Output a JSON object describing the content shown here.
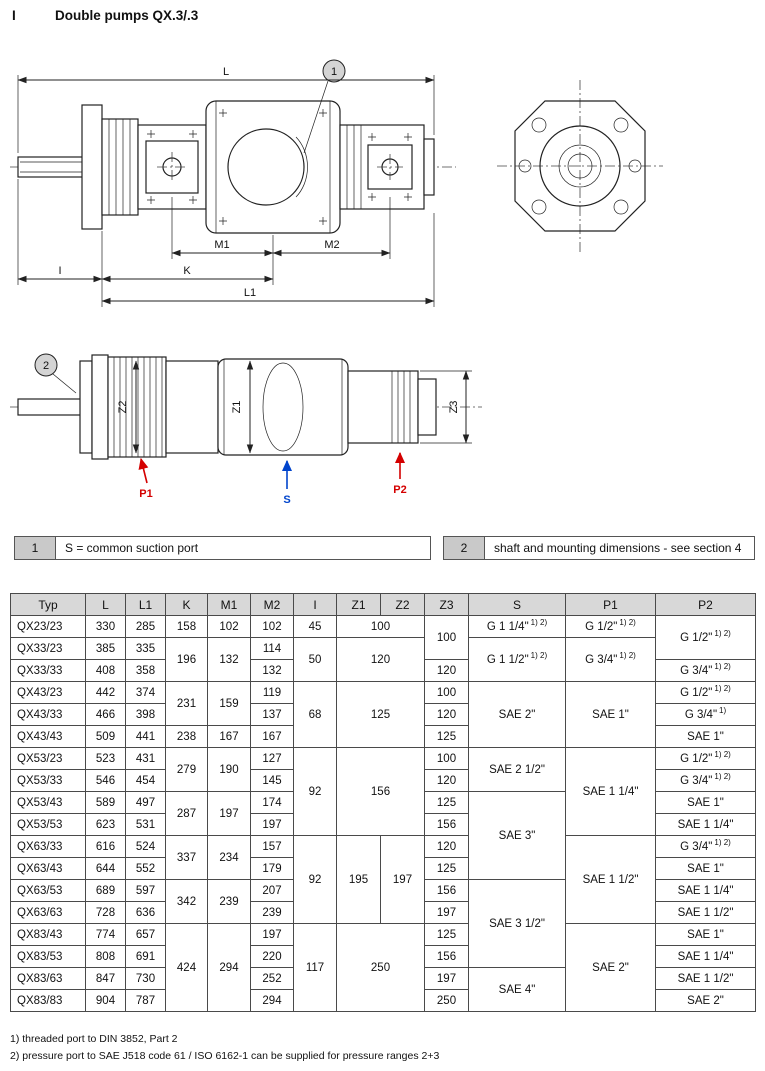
{
  "page": {
    "section_index": "I",
    "title": "Double pumps QX.3/.3"
  },
  "labels": {
    "l": "L",
    "m1": "M1",
    "m2": "M2",
    "i": "I",
    "k": "K",
    "l1": "L1",
    "z1": "Z1",
    "z2": "Z2",
    "z3": "Z3",
    "p1": "P1",
    "p2": "P2",
    "s": "S",
    "callout1": "1",
    "callout2": "2"
  },
  "notes": [
    {
      "num": "1",
      "text": "S = common suction port"
    },
    {
      "num": "2",
      "text": "shaft and mounting dimensions - see section 4"
    }
  ],
  "table": {
    "header": [
      "Typ",
      "L",
      "L1",
      "K",
      "M1",
      "M2",
      "I",
      "Z1",
      "Z2",
      "Z3",
      "S",
      "P1",
      "P2"
    ],
    "rows": [
      [
        {
          "t": "QX23/23"
        },
        {
          "t": "330"
        },
        {
          "t": "285"
        },
        {
          "t": "158"
        },
        {
          "t": "102"
        },
        {
          "t": "102"
        },
        {
          "t": "45"
        },
        {
          "t": "100",
          "cs": 2
        },
        {
          "t": "100",
          "rs": 2
        },
        {
          "t": "G 1 1/4\"",
          "sup": "1) 2)"
        },
        {
          "t": "G 1/2\"",
          "sup": "1) 2)"
        },
        {
          "t": "G 1/2\"",
          "sup": "1) 2)",
          "rs": 2
        }
      ],
      [
        {
          "t": "QX33/23"
        },
        {
          "t": "385"
        },
        {
          "t": "335"
        },
        {
          "t": "196",
          "rs": 2
        },
        {
          "t": "132",
          "rs": 2
        },
        {
          "t": "114"
        },
        {
          "t": "50",
          "rs": 2
        },
        {
          "t": "120",
          "cs": 2,
          "rs": 2
        },
        {
          "t": "G 1 1/2\"",
          "sup": "1) 2)",
          "rs": 2
        },
        {
          "t": "G 3/4\"",
          "sup": "1) 2)",
          "rs": 2
        }
      ],
      [
        {
          "t": "QX33/33"
        },
        {
          "t": "408"
        },
        {
          "t": "358"
        },
        {
          "t": "132"
        },
        {
          "t": "120"
        },
        {
          "t": "G 3/4\"",
          "sup": "1) 2)"
        }
      ],
      [
        {
          "t": "QX43/23"
        },
        {
          "t": "442"
        },
        {
          "t": "374"
        },
        {
          "t": "231",
          "rs": 2
        },
        {
          "t": "159",
          "rs": 2
        },
        {
          "t": "119"
        },
        {
          "t": "68",
          "rs": 3
        },
        {
          "t": "125",
          "cs": 2,
          "rs": 3
        },
        {
          "t": "100"
        },
        {
          "t": "SAE 2\"",
          "rs": 3
        },
        {
          "t": "SAE 1\"",
          "rs": 3
        },
        {
          "t": "G 1/2\"",
          "sup": "1) 2)"
        }
      ],
      [
        {
          "t": "QX43/33"
        },
        {
          "t": "466"
        },
        {
          "t": "398"
        },
        {
          "t": "137"
        },
        {
          "t": "120"
        },
        {
          "t": "G 3/4\"",
          "sup": "1)"
        }
      ],
      [
        {
          "t": "QX43/43"
        },
        {
          "t": "509"
        },
        {
          "t": "441"
        },
        {
          "t": "238"
        },
        {
          "t": "167"
        },
        {
          "t": "167"
        },
        {
          "t": "125"
        },
        {
          "t": "SAE 1\""
        }
      ],
      [
        {
          "t": "QX53/23"
        },
        {
          "t": "523"
        },
        {
          "t": "431"
        },
        {
          "t": "279",
          "rs": 2
        },
        {
          "t": "190",
          "rs": 2
        },
        {
          "t": "127"
        },
        {
          "t": "92",
          "rs": 4
        },
        {
          "t": "156",
          "cs": 2,
          "rs": 4
        },
        {
          "t": "100"
        },
        {
          "t": "SAE 2 1/2\"",
          "rs": 2
        },
        {
          "t": "SAE 1 1/4\"",
          "rs": 4
        },
        {
          "t": "G 1/2\"",
          "sup": "1) 2)"
        }
      ],
      [
        {
          "t": "QX53/33"
        },
        {
          "t": "546"
        },
        {
          "t": "454"
        },
        {
          "t": "145"
        },
        {
          "t": "120"
        },
        {
          "t": "G 3/4\"",
          "sup": "1) 2)"
        }
      ],
      [
        {
          "t": "QX53/43"
        },
        {
          "t": "589"
        },
        {
          "t": "497"
        },
        {
          "t": "287",
          "rs": 2
        },
        {
          "t": "197",
          "rs": 2
        },
        {
          "t": "174"
        },
        {
          "t": "125"
        },
        {
          "t": "SAE 3\"",
          "rs": 4
        },
        {
          "t": "SAE 1\""
        }
      ],
      [
        {
          "t": "QX53/53"
        },
        {
          "t": "623"
        },
        {
          "t": "531"
        },
        {
          "t": "197"
        },
        {
          "t": "156"
        },
        {
          "t": "SAE 1 1/4\""
        }
      ],
      [
        {
          "t": "QX63/33"
        },
        {
          "t": "616"
        },
        {
          "t": "524"
        },
        {
          "t": "337",
          "rs": 2
        },
        {
          "t": "234",
          "rs": 2
        },
        {
          "t": "157"
        },
        {
          "t": "92",
          "rs": 4
        },
        {
          "t": "195",
          "rs": 4
        },
        {
          "t": "197",
          "rs": 4
        },
        {
          "t": "120"
        },
        {
          "t": "SAE 1 1/2\"",
          "rs": 4
        },
        {
          "t": "G 3/4\"",
          "sup": "1) 2)"
        }
      ],
      [
        {
          "t": "QX63/43"
        },
        {
          "t": "644"
        },
        {
          "t": "552"
        },
        {
          "t": "179"
        },
        {
          "t": "125"
        },
        {
          "t": "SAE 1\""
        }
      ],
      [
        {
          "t": "QX63/53"
        },
        {
          "t": "689"
        },
        {
          "t": "597"
        },
        {
          "t": "342",
          "rs": 2
        },
        {
          "t": "239",
          "rs": 2
        },
        {
          "t": "207"
        },
        {
          "t": "156"
        },
        {
          "t": "SAE 3 1/2\"",
          "rs": 4
        },
        {
          "t": "SAE 1 1/4\""
        }
      ],
      [
        {
          "t": "QX63/63"
        },
        {
          "t": "728"
        },
        {
          "t": "636"
        },
        {
          "t": "239"
        },
        {
          "t": "197"
        },
        {
          "t": "SAE 1 1/2\""
        }
      ],
      [
        {
          "t": "QX83/43"
        },
        {
          "t": "774"
        },
        {
          "t": "657"
        },
        {
          "t": "424",
          "rs": 4
        },
        {
          "t": "294",
          "rs": 4
        },
        {
          "t": "197"
        },
        {
          "t": "117",
          "rs": 4
        },
        {
          "t": "250",
          "cs": 2,
          "rs": 4
        },
        {
          "t": "125"
        },
        {
          "t": "SAE 2\"",
          "rs": 4
        },
        {
          "t": "SAE 1\""
        }
      ],
      [
        {
          "t": "QX83/53"
        },
        {
          "t": "808"
        },
        {
          "t": "691"
        },
        {
          "t": "220"
        },
        {
          "t": "156"
        },
        {
          "t": "SAE 1 1/4\""
        }
      ],
      [
        {
          "t": "QX83/63"
        },
        {
          "t": "847"
        },
        {
          "t": "730"
        },
        {
          "t": "252"
        },
        {
          "t": "197"
        },
        {
          "t": "SAE 4\"",
          "rs": 2
        },
        {
          "t": "SAE 1 1/2\""
        }
      ],
      [
        {
          "t": "QX83/83"
        },
        {
          "t": "904"
        },
        {
          "t": "787"
        },
        {
          "t": "294"
        },
        {
          "t": "250"
        },
        {
          "t": "SAE 2\""
        }
      ]
    ]
  },
  "footnotes": [
    "1) threaded port to DIN 3852, Part 2",
    "2) pressure port to SAE J518 code 61 / ISO 6162-1 can be supplied for pressure ranges 2+3"
  ],
  "colors": {
    "port_pressure_red": "#d40000",
    "port_suction_blue": "#0044cc",
    "table_header_bg": "#d8d8d8",
    "note_box_bg": "#c9c9c9"
  }
}
